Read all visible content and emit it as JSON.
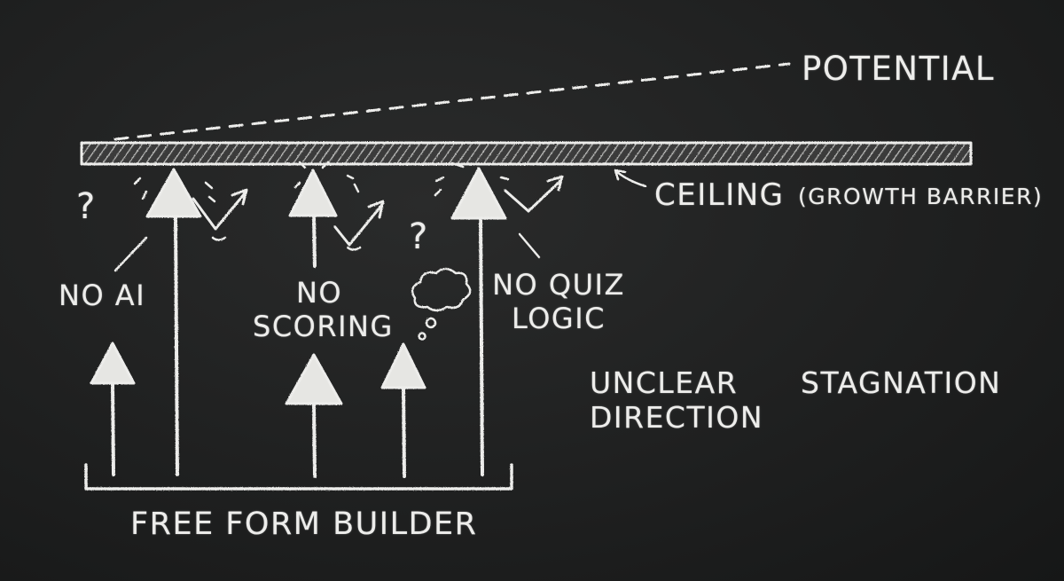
{
  "diagram": {
    "potential_label": "POTENTIAL",
    "ceiling_label": "CEILING",
    "ceiling_note": "(GROWTH BARRIER)",
    "labels": {
      "no_ai": "NO AI",
      "no_scoring_line1": "NO",
      "no_scoring_line2": "SCORING",
      "no_quiz_line1": "NO QUIZ",
      "no_quiz_line2": "LOGIC",
      "unclear_line1": "UNCLEAR",
      "unclear_line2": "DIRECTION",
      "stagnation": "STAGNATION"
    },
    "base_label": "FREE FORM BUILDER",
    "question_mark": "?"
  },
  "colors": {
    "board": "#1c1d1d",
    "chalk": "#ededeb"
  }
}
